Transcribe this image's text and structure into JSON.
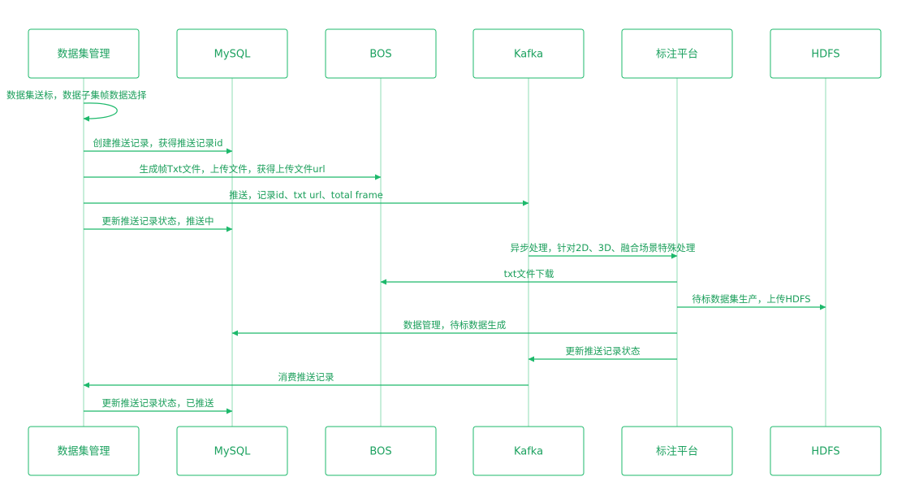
{
  "participants": [
    {
      "id": "p0",
      "label": "数据集管理"
    },
    {
      "id": "p1",
      "label": "MySQL"
    },
    {
      "id": "p2",
      "label": "BOS"
    },
    {
      "id": "p3",
      "label": "Kafka"
    },
    {
      "id": "p4",
      "label": "标注平台"
    },
    {
      "id": "p5",
      "label": "HDFS"
    }
  ],
  "messages": [
    {
      "from": 0,
      "to": 0,
      "text": "数据集送标，数据子集帧数据选择"
    },
    {
      "from": 0,
      "to": 1,
      "text": "创建推送记录，获得推送记录id"
    },
    {
      "from": 0,
      "to": 2,
      "text": "生成帧Txt文件，上传文件，获得上传文件url"
    },
    {
      "from": 0,
      "to": 3,
      "text": "推送，记录id、txt url、total frame"
    },
    {
      "from": 0,
      "to": 1,
      "text": "更新推送记录状态，推送中"
    },
    {
      "from": 3,
      "to": 4,
      "text": "异步处理，针对2D、3D、融合场景特殊处理"
    },
    {
      "from": 4,
      "to": 2,
      "text": "txt文件下载"
    },
    {
      "from": 4,
      "to": 5,
      "text": "待标数据集生产，上传HDFS"
    },
    {
      "from": 4,
      "to": 1,
      "text": "数据管理，待标数据生成"
    },
    {
      "from": 4,
      "to": 3,
      "text": "更新推送记录状态"
    },
    {
      "from": 3,
      "to": 0,
      "text": "消费推送记录"
    },
    {
      "from": 0,
      "to": 1,
      "text": "更新推送记录状态，已推送"
    }
  ],
  "colors": {
    "accent": "#1db96b",
    "text": "#1a9e5a",
    "lifeline": "#8fdcb6"
  }
}
